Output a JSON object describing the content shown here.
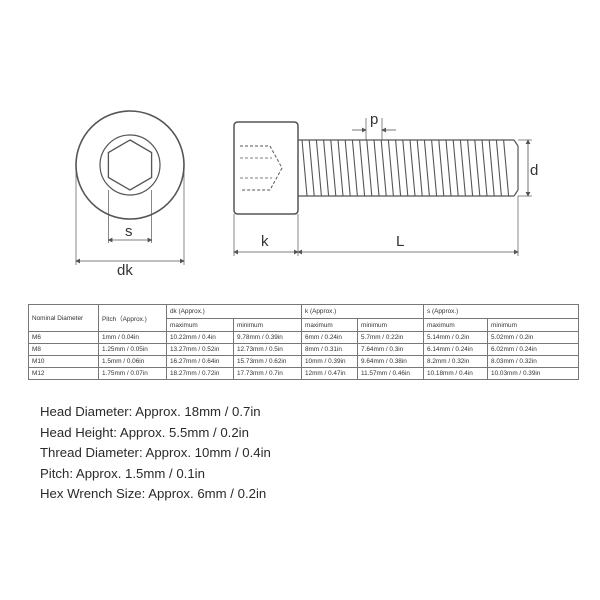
{
  "drawing": {
    "labels": {
      "s": "s",
      "dk": "dk",
      "k": "k",
      "L": "L",
      "p": "p",
      "d": "d"
    }
  },
  "table": {
    "header": {
      "nominal_diameter": "Nominal Diameter",
      "pitch": "Pitch（Approx.)",
      "dk": "dk (Approx.)",
      "k": "k (Approx.)",
      "s": "s (Approx.)",
      "maximum": "maximum",
      "minimum": "minimum"
    },
    "rows": [
      {
        "nominal": "M6",
        "pitch": "1mm / 0.04in",
        "dk_max": "10.22mm / 0.4in",
        "dk_min": "9.78mm / 0.39in",
        "k_max": "6mm / 0.24in",
        "k_min": "5.7mm / 0.22in",
        "s_max": "5.14mm / 0.2in",
        "s_min": "5.02mm / 0.2in"
      },
      {
        "nominal": "M8",
        "pitch": "1.25mm / 0.05in",
        "dk_max": "13.27mm / 0.52in",
        "dk_min": "12.73mm / 0.5in",
        "k_max": "8mm / 0.31in",
        "k_min": "7.64mm / 0.3in",
        "s_max": "6.14mm / 0.24in",
        "s_min": "6.02mm / 0.24in"
      },
      {
        "nominal": "M10",
        "pitch": "1.5mm / 0.06in",
        "dk_max": "16.27mm / 0.64in",
        "dk_min": "15.73mm / 0.62in",
        "k_max": "10mm / 0.39in",
        "k_min": "9.64mm / 0.38in",
        "s_max": "8.2mm / 0.32in",
        "s_min": "8.03mm / 0.32in"
      },
      {
        "nominal": "M12",
        "pitch": "1.75mm / 0.07in",
        "dk_max": "18.27mm / 0.72in",
        "dk_min": "17.73mm / 0.7in",
        "k_max": "12mm / 0.47in",
        "k_min": "11.57mm / 0.46in",
        "s_max": "10.18mm / 0.4in",
        "s_min": "10.03mm / 0.39in"
      }
    ]
  },
  "specs": [
    "Head Diameter: Approx. 18mm / 0.7in",
    "Head Height: Approx. 5.5mm / 0.2in",
    "Thread Diameter: Approx. 10mm / 0.4in",
    "Pitch: Approx. 1.5mm / 0.1in",
    "Hex Wrench Size: Approx. 6mm / 0.2in"
  ],
  "colors": {
    "line": "#555555",
    "text": "#2a2a2a"
  }
}
